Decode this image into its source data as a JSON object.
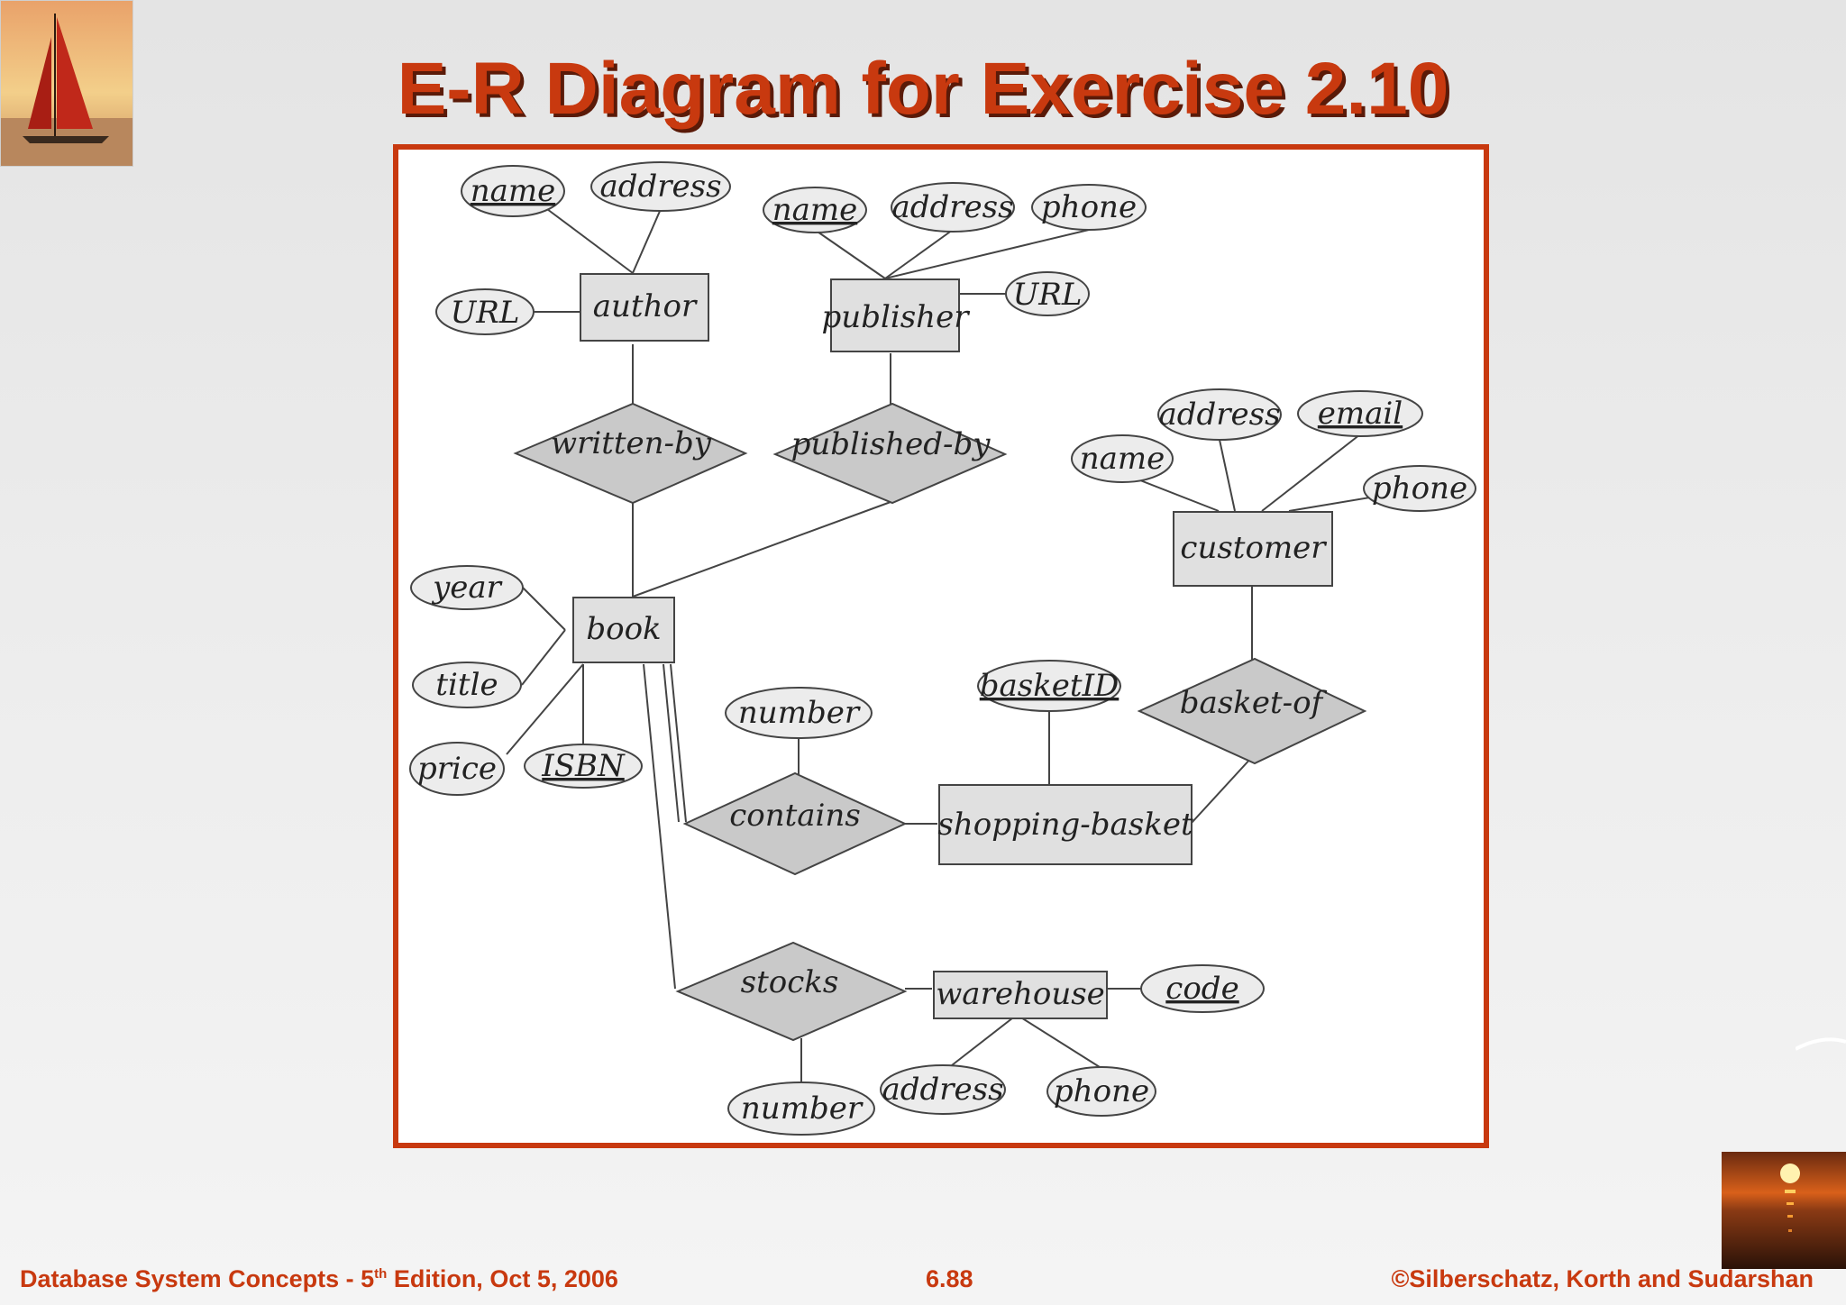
{
  "slide": {
    "title": "E-R Diagram for Exercise 2.10"
  },
  "footer": {
    "left_prefix": "Database System Concepts - 5",
    "left_sup": "th",
    "left_suffix": " Edition, Oct 5, 2006",
    "center": "6.88",
    "right": "©Silberschatz, Korth and Sudarshan"
  },
  "diagram": {
    "entities": {
      "author": "author",
      "publisher": "publisher",
      "customer": "customer",
      "book": "book",
      "shopping_basket": "shopping-basket",
      "warehouse": "warehouse"
    },
    "relationships": {
      "written_by": "written-by",
      "published_by": "published-by",
      "basket_of": "basket-of",
      "contains": "contains",
      "stocks": "stocks"
    },
    "attributes": {
      "author_name": "name",
      "author_address": "address",
      "author_url": "URL",
      "publisher_name": "name",
      "publisher_address": "address",
      "publisher_phone": "phone",
      "publisher_url": "URL",
      "customer_address": "address",
      "customer_email": "email",
      "customer_name": "name",
      "customer_phone": "phone",
      "book_year": "year",
      "book_title": "title",
      "book_price": "price",
      "book_isbn": "ISBN",
      "basket_id": "basketID",
      "contains_number": "number",
      "stocks_number": "number",
      "warehouse_code": "code",
      "warehouse_address": "address",
      "warehouse_phone": "phone"
    }
  }
}
